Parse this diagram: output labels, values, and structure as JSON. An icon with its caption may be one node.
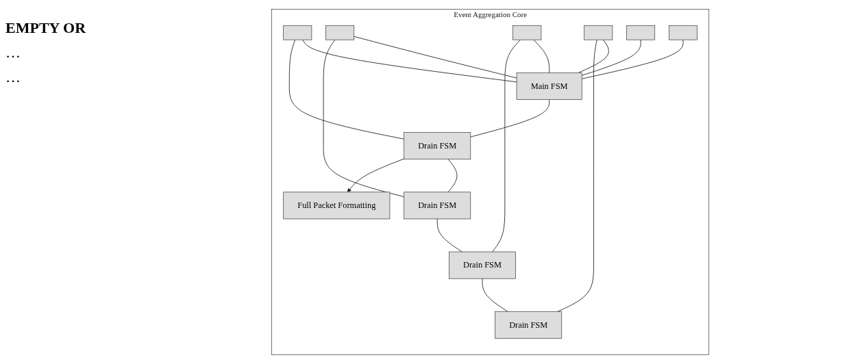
{
  "diagram": {
    "nodes": [
      {
        "text": [
          "Event Aggregation Core"
        ]
      },
      {
        "text": [],
        "shape": "box",
        "in": 0
      },
      {
        "text": [],
        "shape": "box",
        "in": 0
      },
      {
        "text": [],
        "shape": "box",
        "in": 0
      },
      {
        "text": [],
        "shape": "box",
        "in": 0
      },
      {
        "text": [],
        "shape": "box",
        "in": 0
      },
      {
        "text": [],
        "shape": "box",
        "in": 0
      },
      {
        "text": [
          "Main FSM"
        ],
        "in": 0
      },
      {
        "text": [
          "Drain FSM"
        ],
        "in": 0
      },
      {
        "text": [
          "Drain FSM"
        ],
        "in": 0
      },
      {
        "text": [
          "Drain FSM"
        ],
        "in": 0
      },
      {
        "text": [
          "Drain FSM"
        ],
        "in": 0
      },
      {
        "text": [
          "Full Packet Formatting"
        ],
        "in": 0
      }
    ],
    "edges": [
      {
        "from": 1,
        "to": 7,
        "arrow": "none"
      },
      {
        "from": 2,
        "to": 7,
        "arrow": "none"
      },
      {
        "from": 3,
        "to": 7,
        "arrow": "none"
      },
      {
        "from": 4,
        "to": 7,
        "arrow": "none"
      },
      {
        "from": 5,
        "to": 7,
        "arrow": "none"
      },
      {
        "from": 6,
        "to": 7,
        "arrow": "none"
      },
      {
        "from": 1,
        "to": 8,
        "arrow": "none"
      },
      {
        "from": 2,
        "to": 9,
        "arrow": "none"
      },
      {
        "from": 3,
        "to": 10,
        "arrow": "none"
      },
      {
        "from": 4,
        "to": 11,
        "arrow": "none"
      },
      {
        "from": 7,
        "to": 8,
        "arrow": "none"
      },
      {
        "from": 8,
        "to": 9,
        "arrow": "none"
      },
      {
        "from": 9,
        "to": 10,
        "arrow": "none"
      },
      {
        "from": 10,
        "to": 11,
        "arrow": "none"
      },
      {
        "from": 8,
        "to": 12,
        "arrow": "to"
      }
    ],
    "labels": [
      "EMPTY OR",
      "…",
      "…"
    ]
  }
}
